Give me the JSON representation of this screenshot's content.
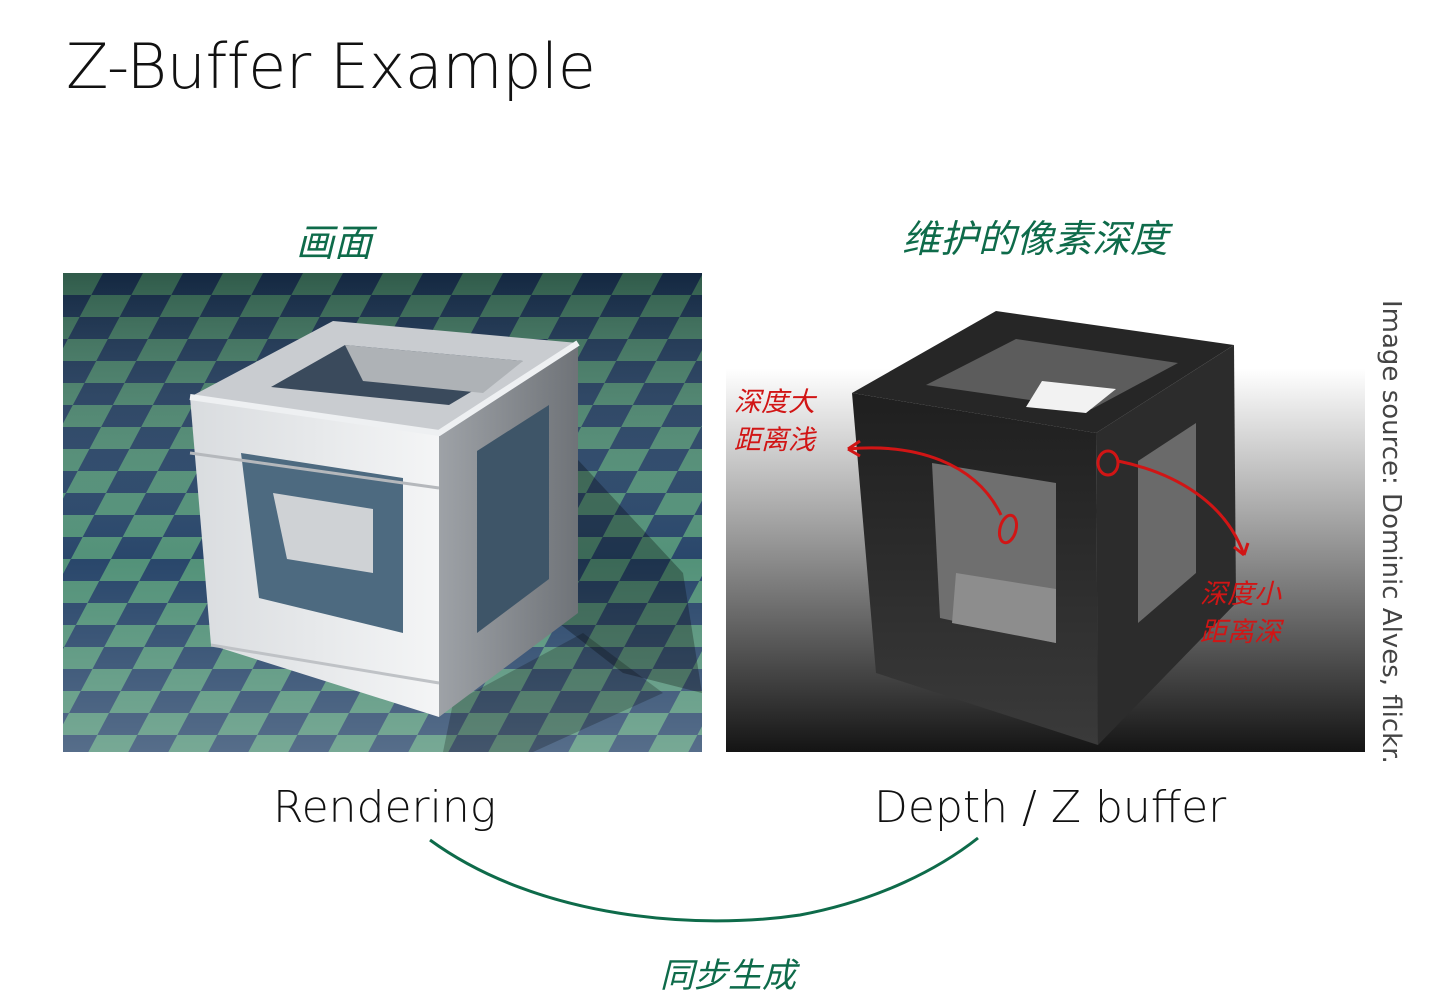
{
  "slide": {
    "title": "Z-Buffer Example",
    "image_source": "Image source: Dominic Alves, flickr."
  },
  "panels": {
    "rendering": {
      "caption": "Rendering",
      "note": "画面"
    },
    "depth": {
      "caption": "Depth / Z buffer",
      "note": "维护的像素深度",
      "note_large_line1": "深度大",
      "note_large_line2": "距离浅",
      "note_small_line1": "深度小",
      "note_small_line2": "距离深"
    }
  },
  "bottom_note": "同步生成",
  "colors": {
    "annotation_green": "#0e6b4a",
    "annotation_red": "#d11515"
  }
}
